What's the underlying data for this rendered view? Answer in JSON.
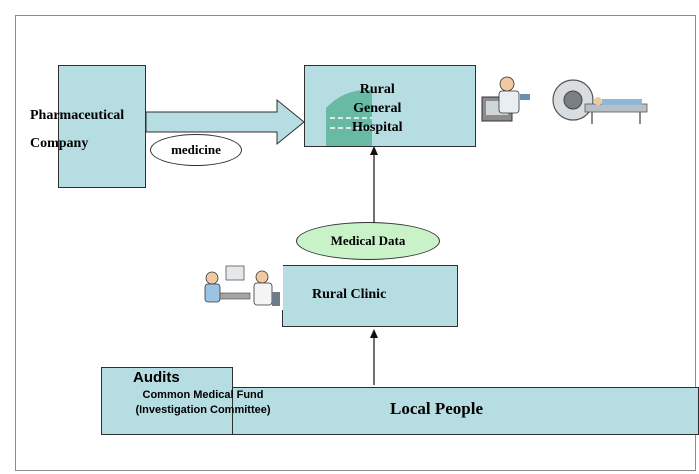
{
  "nodes": {
    "pharma": "Pharmaceutical\nCompany",
    "hospital": "Rural\nGeneral\nHospital",
    "clinic": "Rural Clinic",
    "local_people": "Local People",
    "audits_title": "Audits",
    "audits_body": "Common Medical Fund\n(Investigation Committee)"
  },
  "flows": {
    "medicine": "medicine",
    "medical_data": "Medical Data"
  },
  "colors": {
    "box_fill": "#b6dde2",
    "ellipse_fill": "#c9f2c9",
    "border": "#2f2f2f"
  },
  "icons": [
    "hospital-scanner-icon",
    "clinic-doctor-icon"
  ]
}
